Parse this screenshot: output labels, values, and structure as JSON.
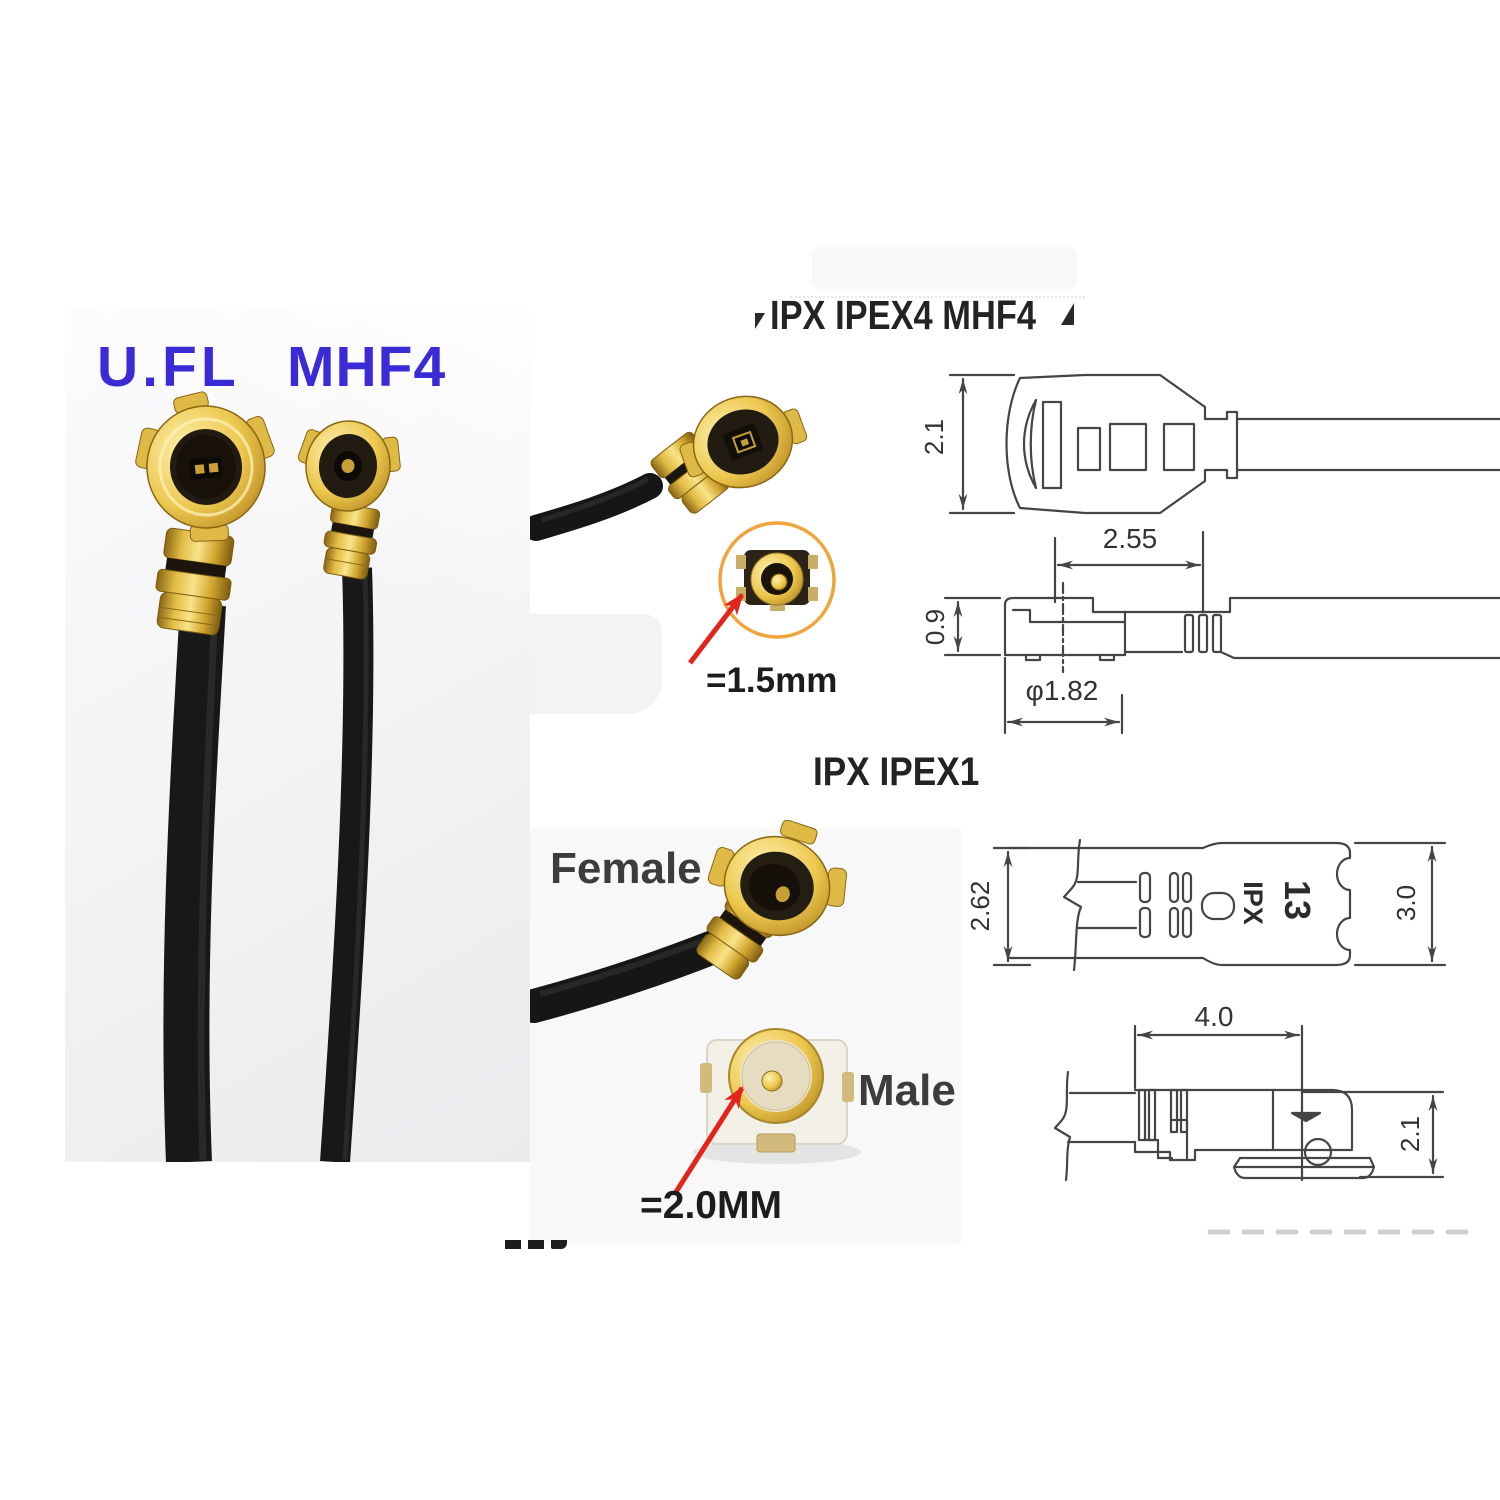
{
  "left_photo": {
    "ufl_label": "U.FL",
    "mhf4_label": "MHF4"
  },
  "ipex4_section": {
    "heading": "IPX IPEX4 MHF4",
    "pad_annotation": "=1.5mm",
    "dim_shell_height": "2.1",
    "dim_body_length": "2.55",
    "dim_body_height": "0.9",
    "dim_diameter": "φ1.82"
  },
  "ipex1_section": {
    "heading": "IPX IPEX1",
    "female_label": "Female",
    "male_label": "Male",
    "pad_annotation": "=2.0MM",
    "dim_cable_width": "2.62",
    "dim_head_width": "3.0",
    "dim_body_length": "4.0",
    "dim_side_height": "2.1",
    "shell_marking_line1": "IPX",
    "shell_marking_line2": "13"
  },
  "colors": {
    "label_blue": "#3b2bd6",
    "heading_black": "#232323",
    "drawing_line": "#454545",
    "arrow_red": "#e2251b",
    "circle_orange": "#f0a43c",
    "gold": "#e6c14f"
  }
}
